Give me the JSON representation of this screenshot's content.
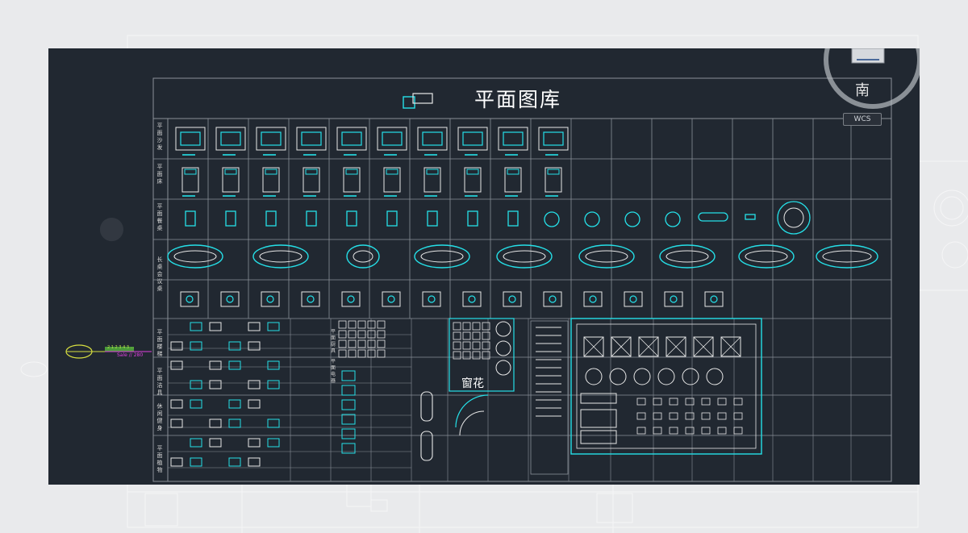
{
  "drawing": {
    "title": "平面图库",
    "window_flower_label": "窗花",
    "row_labels": [
      "平面沙发",
      "平面床",
      "平面餐桌",
      "长桌会议桌",
      "",
      "平面楼梯",
      "平面洁具",
      "休闲健身",
      "平面植物"
    ],
    "sub_labels": [
      "平面厨具",
      "平面电器"
    ],
    "annotation_yellow": "2 1 2 3 4 3 ...",
    "annotation_magenta": "Sale // 280"
  },
  "viewcube": {
    "direction_label": "南",
    "wcs_label": "WCS"
  },
  "colors": {
    "background_outer": "#e9eaec",
    "canvas": "#212831",
    "grid_line": "#8a9099",
    "symbol_cyan": "#25e0e8",
    "symbol_white": "#e8e8e8",
    "accent_magenta": "#e040e0",
    "accent_yellow": "#d8e040"
  }
}
